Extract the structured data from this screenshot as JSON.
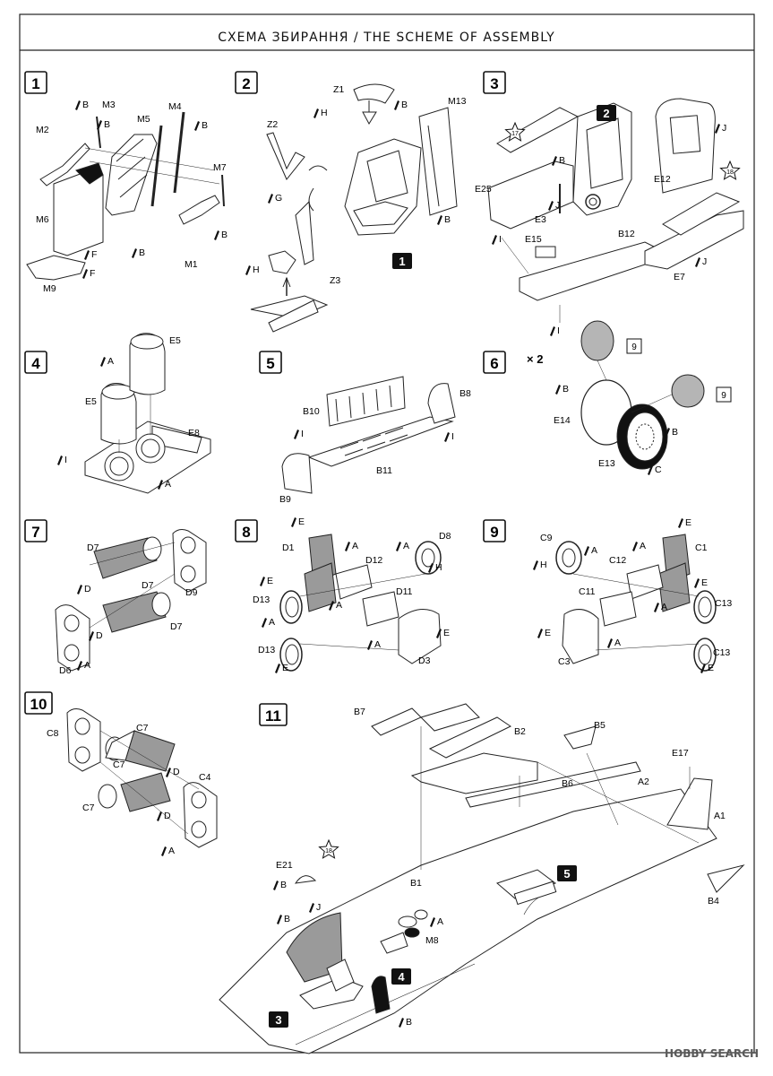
{
  "header": {
    "title": "СХЕМА ЗБИРАННЯ / THE SCHEME OF ASSEMBLY"
  },
  "watermark": {
    "text": "HOBBY SEARCH"
  },
  "steps": [
    {
      "number": "1",
      "parts": [
        "M2",
        "M3",
        "M5",
        "M4",
        "M7",
        "M6",
        "M1",
        "M9"
      ],
      "glue_marks": [
        "B",
        "B",
        "B",
        "B",
        "F",
        "F",
        "B"
      ]
    },
    {
      "number": "2",
      "parts": [
        "Z1",
        "Z2",
        "M13",
        "Z3"
      ],
      "glue_marks": [
        "H",
        "B",
        "G",
        "B",
        "H"
      ],
      "sub_badges": [
        "1"
      ]
    },
    {
      "number": "3",
      "parts": [
        "E25",
        "E3",
        "E15",
        "E12",
        "B12",
        "E7"
      ],
      "glue_marks": [
        "B",
        "J",
        "I",
        "J",
        "J",
        "I"
      ],
      "sub_badges": [
        "2"
      ],
      "decals": [
        "17",
        "18"
      ]
    },
    {
      "number": "4",
      "parts": [
        "E5",
        "E5",
        "E8"
      ],
      "glue_marks": [
        "A",
        "I",
        "A"
      ]
    },
    {
      "number": "5",
      "parts": [
        "B10",
        "B8",
        "B11",
        "B9"
      ],
      "glue_marks": [
        "I",
        "I"
      ]
    },
    {
      "number": "6",
      "multiplier": "× 2",
      "parts": [
        "E14",
        "E13"
      ],
      "glue_marks": [
        "B",
        "B",
        "C"
      ],
      "decals": [
        "9",
        "9"
      ]
    },
    {
      "number": "7",
      "parts": [
        "D7",
        "D7",
        "D9",
        "D7",
        "D6"
      ],
      "glue_marks": [
        "D",
        "D",
        "A"
      ]
    },
    {
      "number": "8",
      "parts": [
        "D1",
        "D8",
        "D12",
        "D13",
        "D11",
        "D13",
        "D3"
      ],
      "glue_marks": [
        "E",
        "A",
        "A",
        "H",
        "E",
        "A",
        "A",
        "E",
        "A",
        "E"
      ]
    },
    {
      "number": "9",
      "parts": [
        "C9",
        "C1",
        "C12",
        "C11",
        "C13",
        "C13",
        "C3"
      ],
      "glue_marks": [
        "E",
        "H",
        "A",
        "A",
        "E",
        "A",
        "E",
        "A",
        "E"
      ]
    },
    {
      "number": "10",
      "parts": [
        "C8",
        "C7",
        "C7",
        "C4",
        "C7"
      ],
      "glue_marks": [
        "D",
        "D",
        "A"
      ]
    },
    {
      "number": "11",
      "parts": [
        "B7",
        "B2",
        "B5",
        "B6",
        "A2",
        "E17",
        "A1",
        "B4",
        "E21",
        "B1",
        "M8"
      ],
      "glue_marks": [
        "B",
        "B",
        "J",
        "A",
        "B"
      ],
      "sub_badges": [
        "5",
        "4",
        "3"
      ],
      "decals": [
        "18"
      ]
    }
  ]
}
